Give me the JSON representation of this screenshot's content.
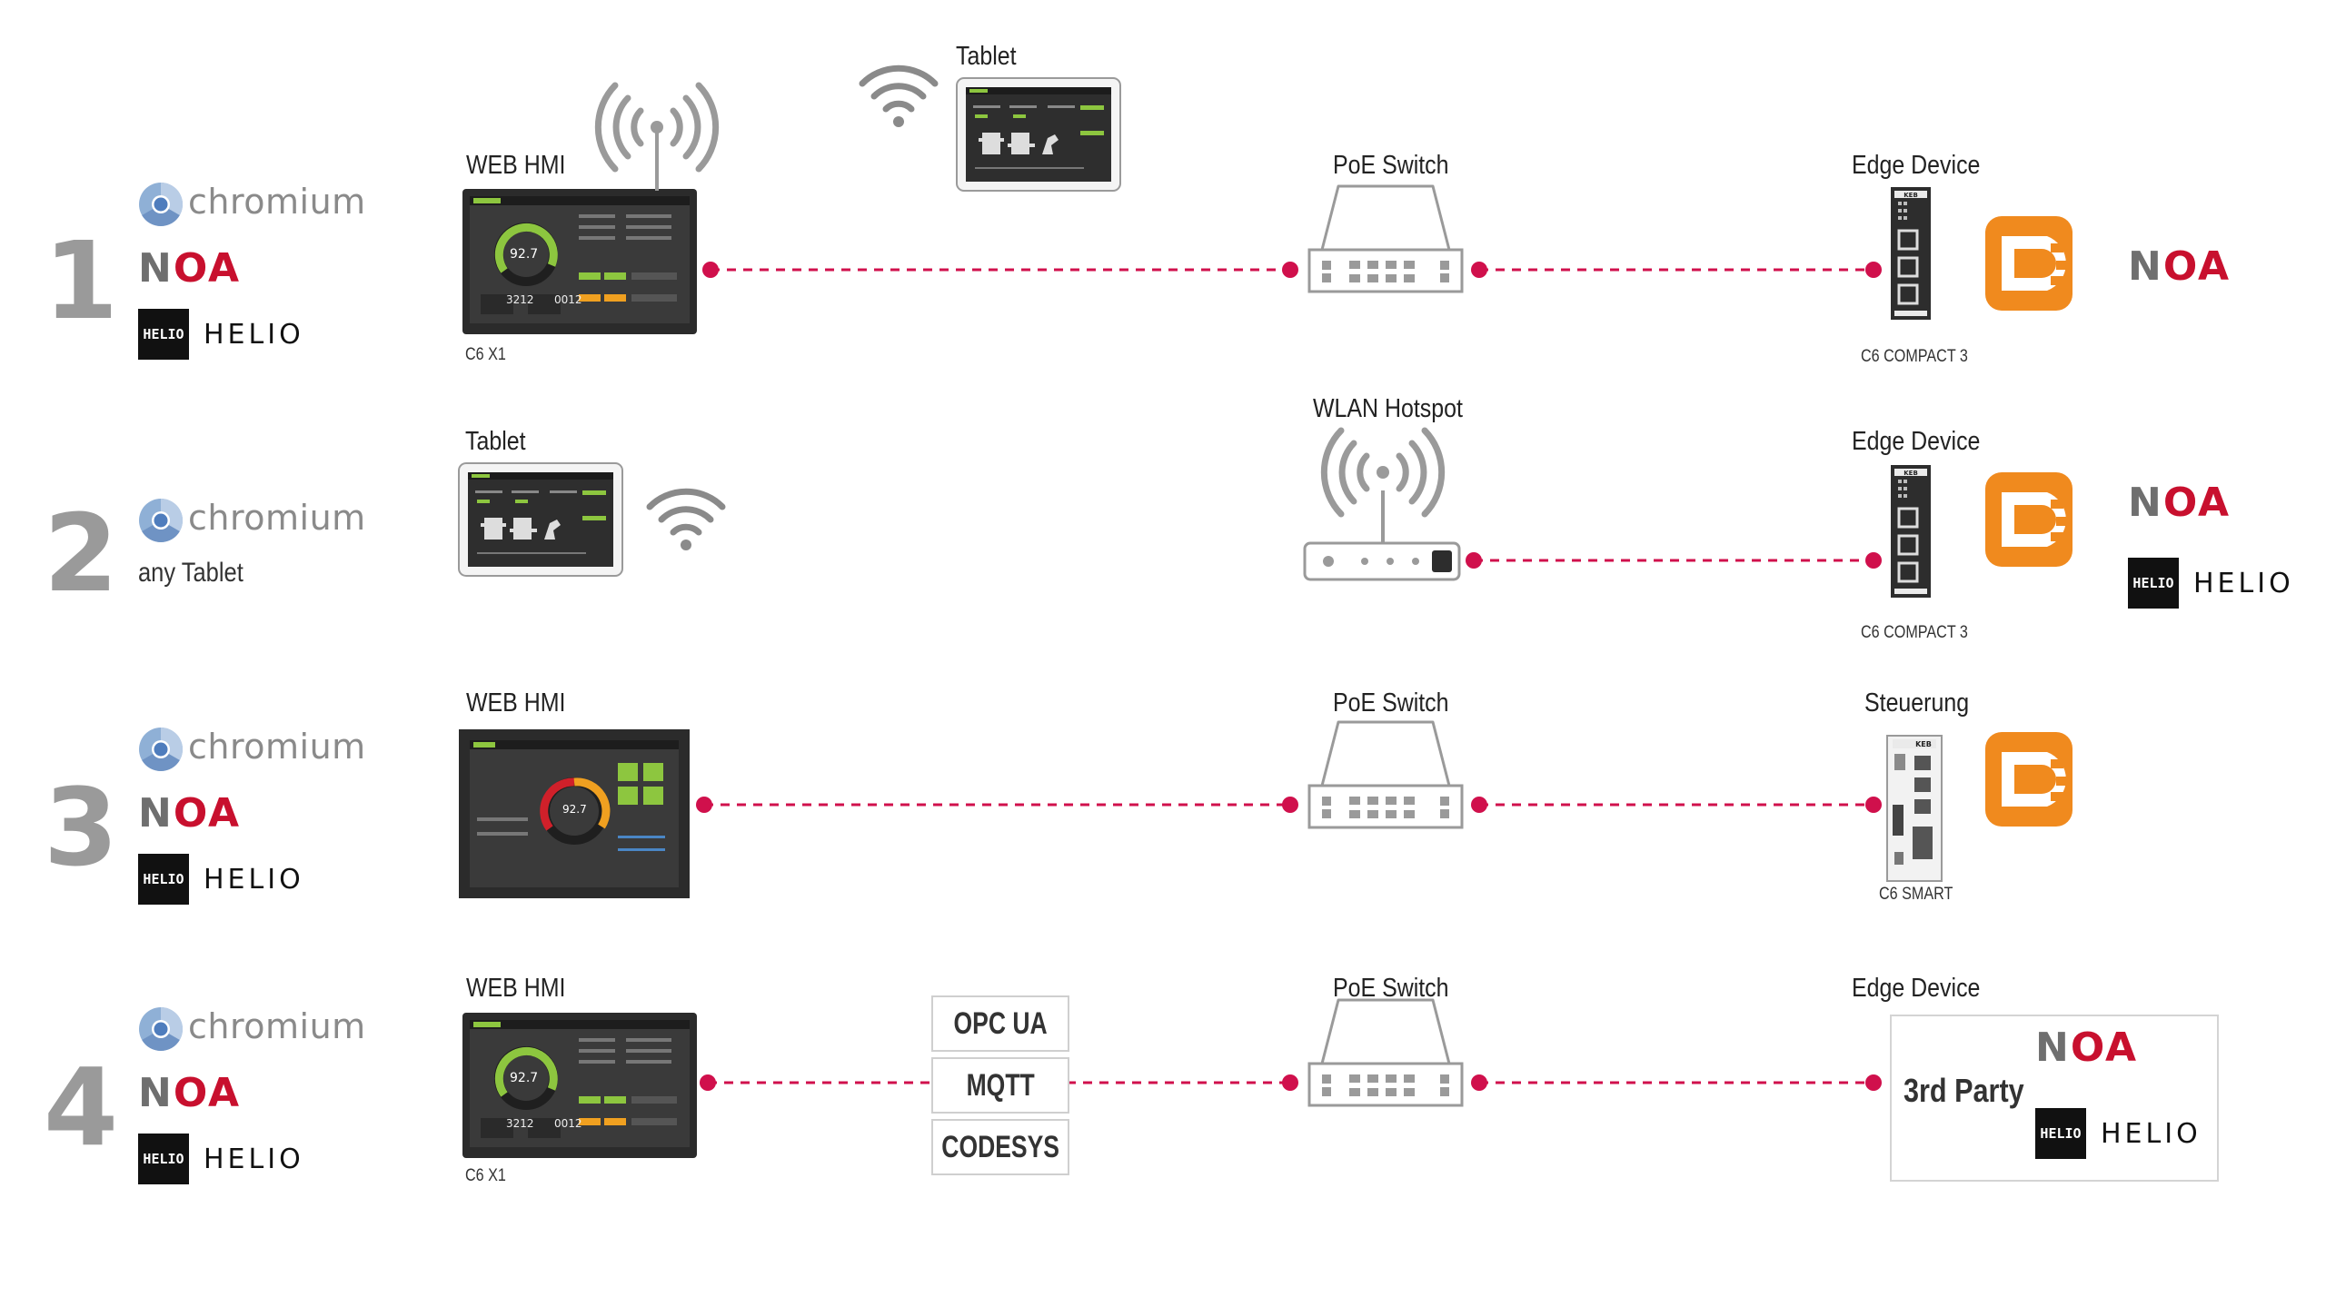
{
  "rows": [
    {
      "number": "1",
      "client": {
        "chromium": "chromium",
        "noa": "NOA",
        "helio": "HELIO",
        "helio_box": [
          "HE",
          "LIO"
        ]
      },
      "left_device": {
        "label": "WEB HMI",
        "sublabel": "C6 X1",
        "gauge": "92.7",
        "kpi_a": "3212",
        "kpi_b": "0012"
      },
      "tablet": {
        "label": "Tablet"
      },
      "middle": {
        "label": "PoE Switch"
      },
      "right": {
        "label": "Edge Device",
        "sublabel": "C6 COMPACT 3",
        "brand": "KEB",
        "noa": "NOA"
      }
    },
    {
      "number": "2",
      "client": {
        "chromium": "chromium",
        "extra": "any Tablet"
      },
      "left_device": {
        "label": "Tablet"
      },
      "middle": {
        "label": "WLAN Hotspot"
      },
      "right": {
        "label": "Edge Device",
        "sublabel": "C6 COMPACT 3",
        "brand": "KEB",
        "noa": "NOA",
        "helio": "HELIO"
      }
    },
    {
      "number": "3",
      "client": {
        "chromium": "chromium",
        "noa": "NOA",
        "helio": "HELIO"
      },
      "left_device": {
        "label": "WEB HMI",
        "gauge": "92.7"
      },
      "middle": {
        "label": "PoE Switch"
      },
      "right": {
        "label": "Steuerung",
        "sublabel": "C6 SMART",
        "brand": "KEB"
      }
    },
    {
      "number": "4",
      "client": {
        "chromium": "chromium",
        "noa": "NOA",
        "helio": "HELIO"
      },
      "left_device": {
        "label": "WEB HMI",
        "sublabel": "C6 X1",
        "gauge": "92.7",
        "kpi_a": "3212",
        "kpi_b": "0012"
      },
      "protocols": [
        "OPC UA",
        "MQTT",
        "CODESYS"
      ],
      "middle": {
        "label": "PoE Switch"
      },
      "right": {
        "label": "Edge Device",
        "box_text": "3rd Party",
        "noa": "NOA",
        "helio": "HELIO"
      }
    }
  ],
  "colors": {
    "link": "#d0104c",
    "number": "#9a9a9a",
    "noa_accent": "#c8102e",
    "codesys_orange": "#f08a1e",
    "hmi_green": "#8dc63f",
    "device_dark": "#2d2d2d"
  },
  "icons": [
    "chromium-icon",
    "wifi-icon",
    "ethernet-switch-icon",
    "router-icon",
    "codesys-icon",
    "noa-logo",
    "helio-logo"
  ]
}
